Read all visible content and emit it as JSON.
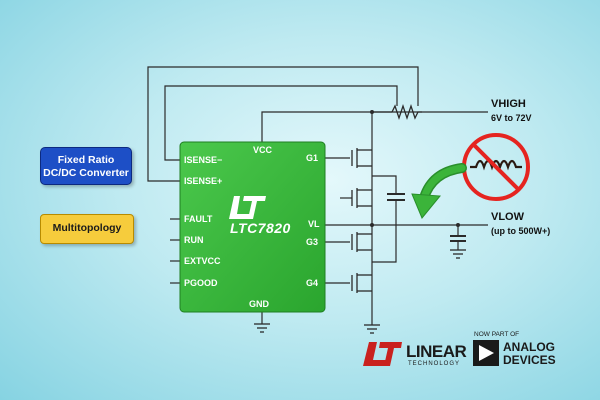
{
  "chip": {
    "part_number": "LTC7820",
    "pins_left": [
      "ISENSE−",
      "ISENSE+",
      "FAULT",
      "RUN",
      "EXTVCC",
      "PGOOD"
    ],
    "pins_right": [
      "G1",
      "VL",
      "G3",
      "G4"
    ],
    "pin_top": "VCC",
    "pin_bottom": "GND"
  },
  "callouts": {
    "ratio_line1": "Fixed Ratio",
    "ratio_line2": "DC/DC Converter",
    "topology": "Multitopology"
  },
  "vhigh": {
    "label": "VHIGH",
    "range": "6V to 72V"
  },
  "vlow": {
    "label": "VLOW",
    "range": "(up to 500W+)"
  },
  "logos": {
    "linear_word": "LINEAR",
    "linear_sub": "TECHNOLOGY",
    "now_part_of": "NOW PART OF",
    "analog_line1": "ANALOG",
    "analog_line2": "DEVICES"
  },
  "colors": {
    "chip_green": "#33b536",
    "badge_blue": "#1d4fc6",
    "badge_yellow": "#f6cc3c",
    "no_sign_red": "#e52420",
    "arrow_green": "#3bb43a",
    "wire": "#2b2b2b"
  },
  "icons": [
    "linear-technology-logo-icon",
    "analog-devices-logo-icon",
    "no-inductor-icon",
    "green-curved-arrow-icon",
    "ground-icon",
    "mosfet-icon",
    "resistor-icon",
    "capacitor-icon"
  ]
}
